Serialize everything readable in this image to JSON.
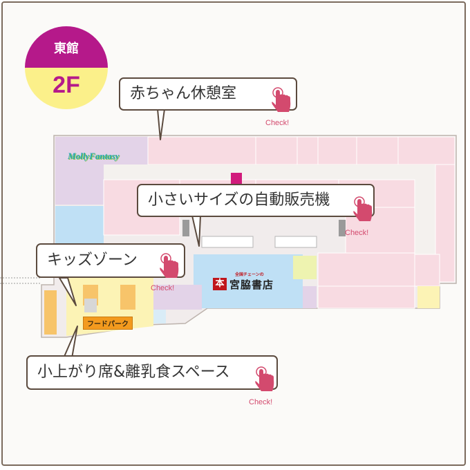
{
  "floor": {
    "building": "東館",
    "level": "2F",
    "colors": {
      "badge_top": "#b5198a",
      "badge_bottom": "#fbf08a"
    }
  },
  "check_label": "Check!",
  "callouts": [
    {
      "id": "baby-room",
      "label": "赤ちゃん休憩室"
    },
    {
      "id": "vending",
      "label": "小さいサイズの自動販売機"
    },
    {
      "id": "kids-zone",
      "label": "キッズゾーン"
    },
    {
      "id": "baby-food-space",
      "label": "小上がり席&離乳食スペース"
    }
  ],
  "stores": {
    "bookstore_tagline": "全国チェーンの",
    "bookstore_mark": "本",
    "bookstore_name": "宮脇書店",
    "food_park": "フードパーク",
    "logo": "MollyFantasy"
  },
  "colors": {
    "shop_pink": "#f8dbe2",
    "corridor": "#f4f1ee",
    "blue": "#bfe0f5",
    "lavender": "#e3d3e8",
    "yellow": "#fcf3b5",
    "lime": "#eef3b0",
    "orange": "#f7c46a",
    "magenta": "#d11b7c",
    "outline": "#5b4a3e",
    "check_pink": "#d34a6e"
  }
}
